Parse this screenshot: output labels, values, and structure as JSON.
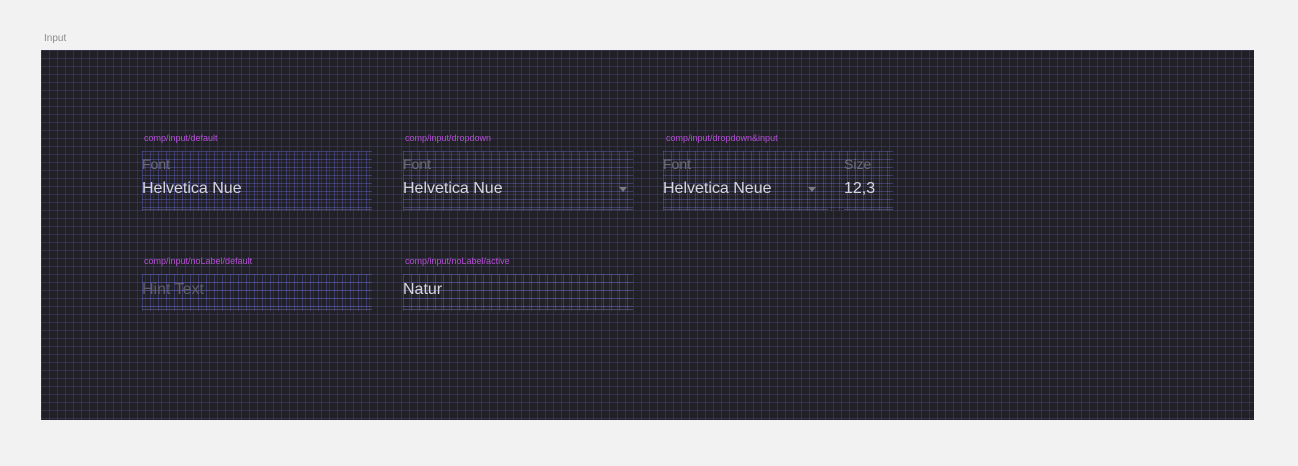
{
  "frame": {
    "title": "Input"
  },
  "components": {
    "input_default": {
      "name": "comp/input/default",
      "label": "Font",
      "value": "Helvetica Nue"
    },
    "input_dropdown": {
      "name": "comp/input/dropdown",
      "label": "Font",
      "value": "Helvetica Nue",
      "caret_icon": "chevron-down-icon"
    },
    "input_dropdown_input": {
      "name": "comp/input/dropdown&input",
      "font_label": "Font",
      "font_value": "Helvetica Neue",
      "size_label": "Size",
      "size_value": "12,3",
      "caret_icon": "chevron-down-icon"
    },
    "nolabel_default": {
      "name": "comp/input/noLabel/default",
      "placeholder": "Hint Text"
    },
    "nolabel_active": {
      "name": "comp/input/noLabel/active",
      "value": "Natur"
    }
  },
  "colors": {
    "canvas": "#212026",
    "grid": "#6e6ed2",
    "component_name": "#b44fd6",
    "label": "#6e6e78",
    "value": "#d6d6de"
  }
}
